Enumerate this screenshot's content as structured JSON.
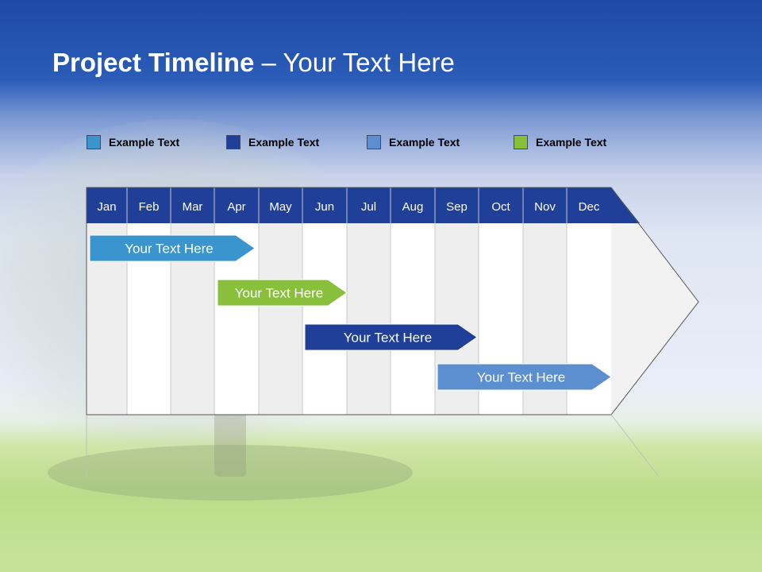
{
  "title": {
    "bold": "Project Timeline",
    "rest": " – Your Text Here"
  },
  "legend": [
    {
      "label": "Example Text",
      "color": "#3a95cf"
    },
    {
      "label": "Example Text",
      "color": "#1f3f98"
    },
    {
      "label": "Example Text",
      "color": "#5b8fcf"
    },
    {
      "label": "Example Text",
      "color": "#88c03c"
    }
  ],
  "months": [
    "Jan",
    "Feb",
    "Mar",
    "Apr",
    "May",
    "Jun",
    "Jul",
    "Aug",
    "Sep",
    "Oct",
    "Nov",
    "Dec"
  ],
  "bars": [
    {
      "label": "Your  Text Here",
      "color": "#3a95cf"
    },
    {
      "label": "Your  Text Here",
      "color": "#88c03c"
    },
    {
      "label": "Your  Text Here",
      "color": "#1f3f98"
    },
    {
      "label": "Your  Text Here",
      "color": "#5b8fcf"
    }
  ],
  "colors": {
    "header": "#1f3f98",
    "column_shade": "#eeeeee"
  }
}
